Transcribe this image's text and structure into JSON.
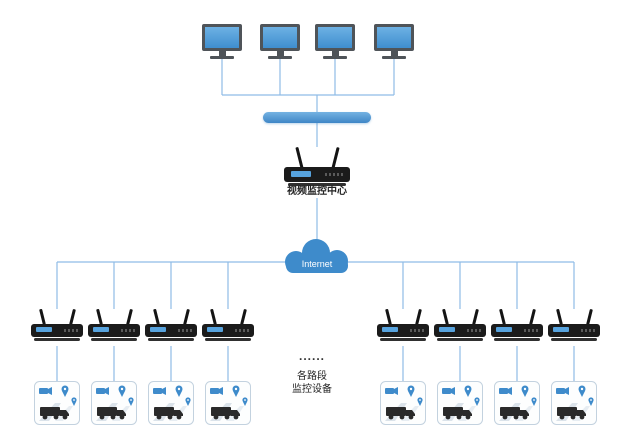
{
  "diagram": {
    "labels": {
      "center": "视频监控中心",
      "internet": "Internet",
      "dots": "......",
      "devices_line1": "各路段",
      "devices_line2": "监控设备"
    },
    "colors": {
      "connector": "#8FBCE6",
      "screen_blue": "#4F9BD8",
      "cloud_blue": "#3E8BCB",
      "bus_blue_light": "#74B2E2",
      "bus_blue_dark": "#3F86C6",
      "device_dark": "#1B1B1B"
    },
    "icons": [
      "monitor-icon",
      "lan-bus",
      "central-router-icon",
      "internet-cloud-icon",
      "branch-router-icon",
      "camera-scene-icon"
    ],
    "counts": {
      "monitors": 4,
      "branch_routers": 8,
      "camera_scenes": 8
    }
  }
}
